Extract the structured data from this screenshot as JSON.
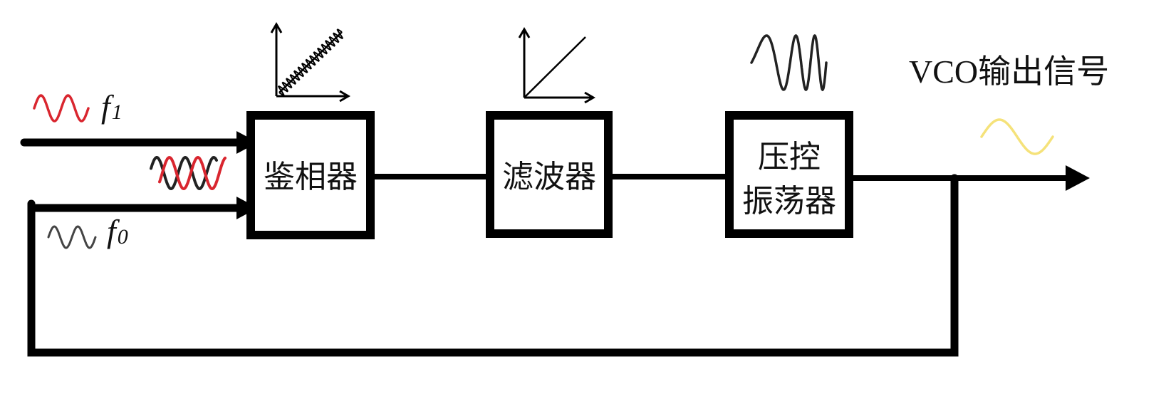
{
  "blocks": {
    "phase_detector": "鉴相器",
    "filter": "滤波器",
    "vco_line1": "压控",
    "vco_line2": "振荡器"
  },
  "signals": {
    "input": {
      "symbol": "f",
      "subscript": "1",
      "wave_color": "#d9262f"
    },
    "feedback": {
      "symbol": "f",
      "subscript": "0",
      "wave_color": "#444444"
    },
    "output_label": "VCO输出信号",
    "output_wave_color": "#f5e27a"
  },
  "colors": {
    "line": "#000000",
    "block_fill": "#ffffff",
    "block_stroke": "#000000"
  }
}
